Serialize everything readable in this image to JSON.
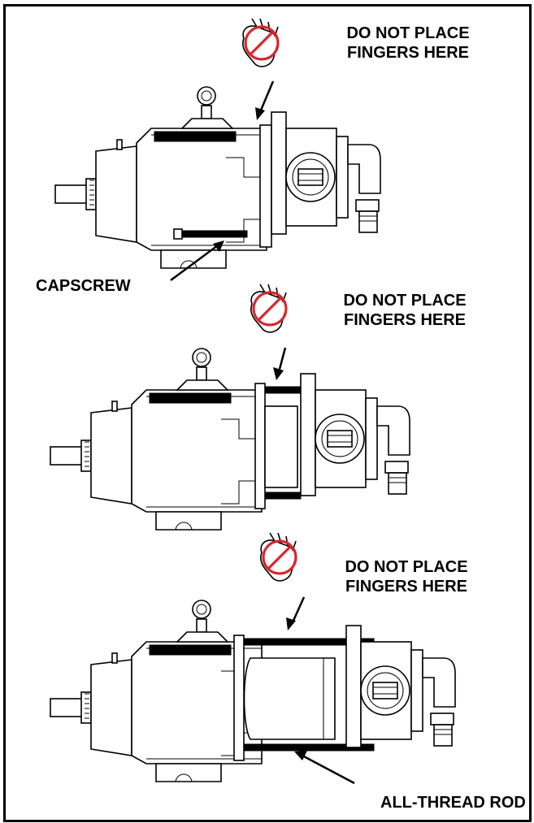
{
  "figure": {
    "step1": {
      "warning_line1": "DO NOT PLACE",
      "warning_line2": "FINGERS HERE",
      "label": "CAPSCREW"
    },
    "step2": {
      "warning_line1": "DO NOT PLACE",
      "warning_line2": "FINGERS HERE"
    },
    "step3": {
      "warning_line1": "DO NOT PLACE",
      "warning_line2": "FINGERS HERE",
      "label": "ALL-THREAD ROD"
    }
  },
  "colors": {
    "ink": "#000000",
    "prohibit": "#d7262e",
    "background": "#ffffff"
  }
}
